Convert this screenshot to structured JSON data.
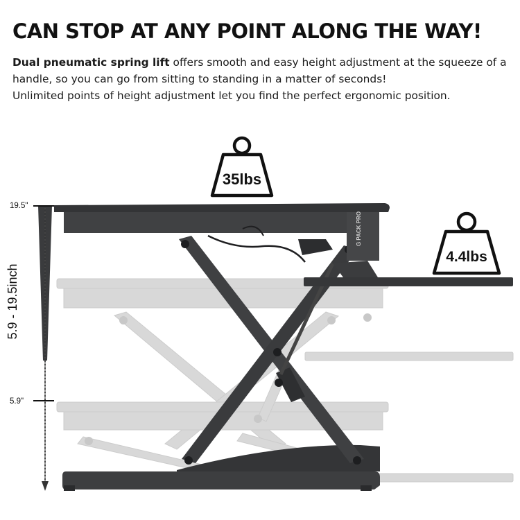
{
  "headline": "CAN STOP AT ANY POINT ALONG THE WAY!",
  "description": {
    "bold": "Dual pneumatic spring lift",
    "line1_rest": " offers smooth and easy height adjustment at the squeeze of a handle, so you can go from sitting to standing in a matter of seconds!",
    "line2": "Unlimited points of height adjustment let you find the perfect ergonomic position."
  },
  "weights": {
    "top_platform": "35lbs",
    "keyboard_tray": "4.4lbs"
  },
  "height_scale": {
    "max_label": "19.5\"",
    "min_label": "5.9\"",
    "range_label": "5.9 - 19.5inch"
  },
  "brand_logo": "G PACK PRO",
  "colors": {
    "desk": "#3d3e40",
    "desk_dark": "#2a2b2d",
    "ghost": "#d6d6d6",
    "ghost_dark": "#c4c4c4",
    "outline": "#111111"
  }
}
